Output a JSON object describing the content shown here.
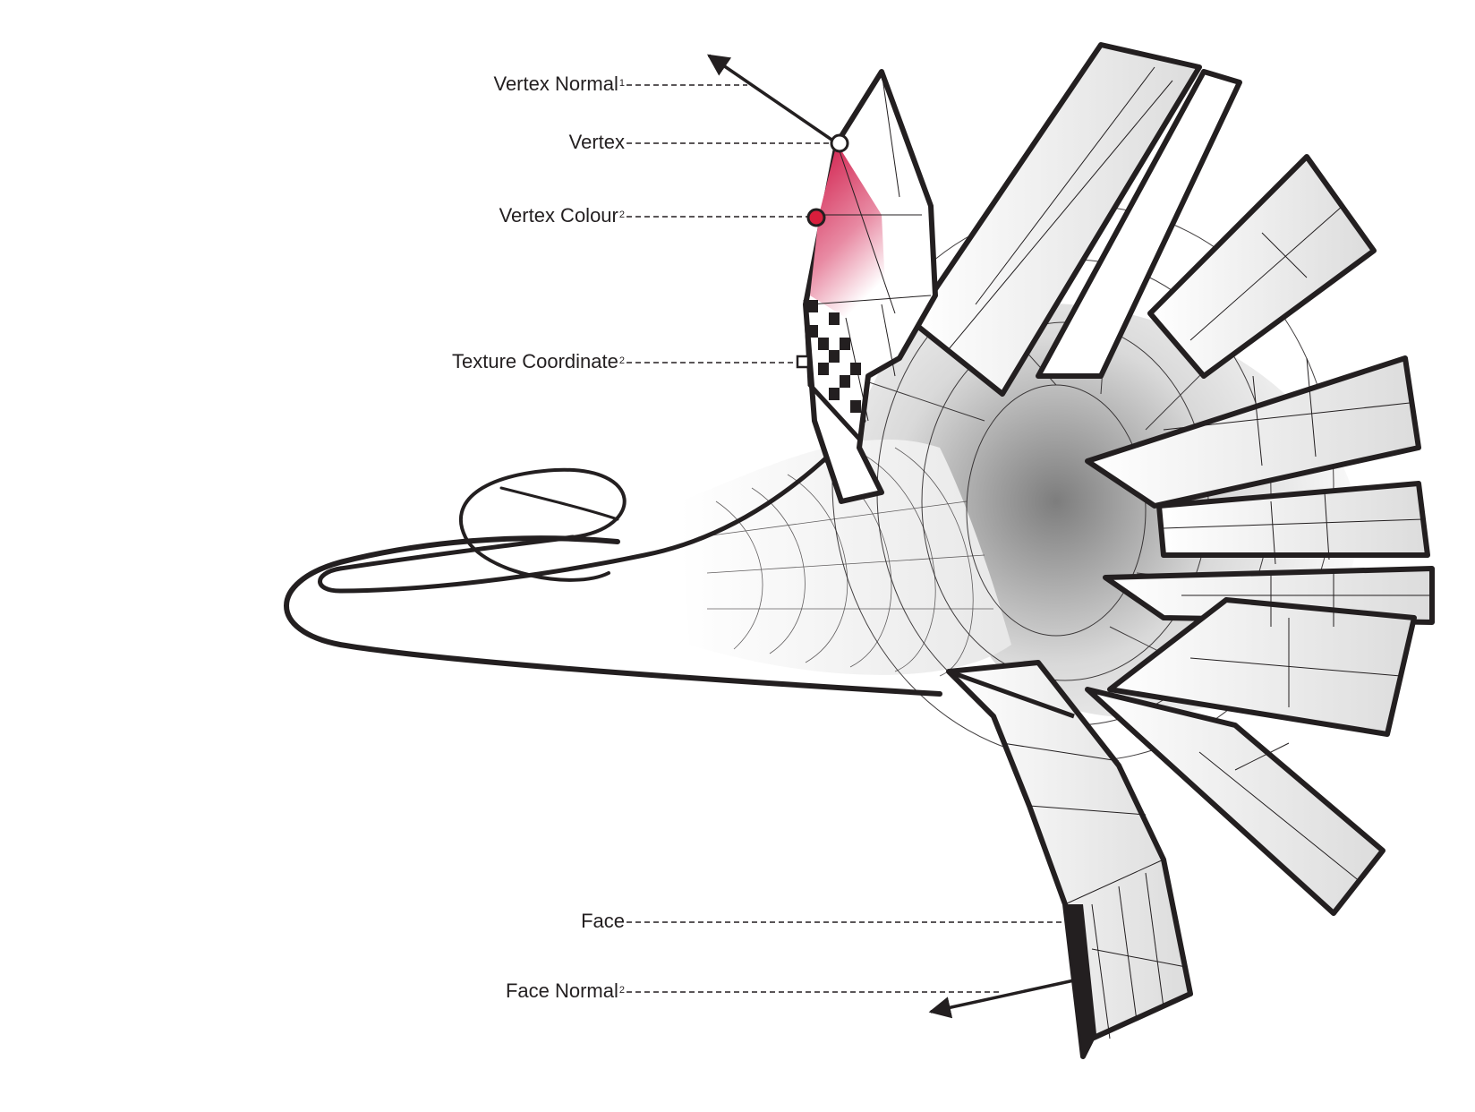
{
  "labels": {
    "vertex_normal": {
      "text": "Vertex Normal",
      "sup": "1"
    },
    "vertex": {
      "text": "Vertex",
      "sup": ""
    },
    "vertex_colour": {
      "text": "Vertex Colour",
      "sup": "2"
    },
    "texture_coordinate": {
      "text": "Texture Coordinate",
      "sup": "2"
    },
    "face": {
      "text": "Face",
      "sup": ""
    },
    "face_normal": {
      "text": "Face Normal",
      "sup": "2"
    }
  },
  "colors": {
    "stroke": "#231f20",
    "vertex_colour_marker": "#d81e3c",
    "vertex_colour_gradient": "#d5305a"
  }
}
